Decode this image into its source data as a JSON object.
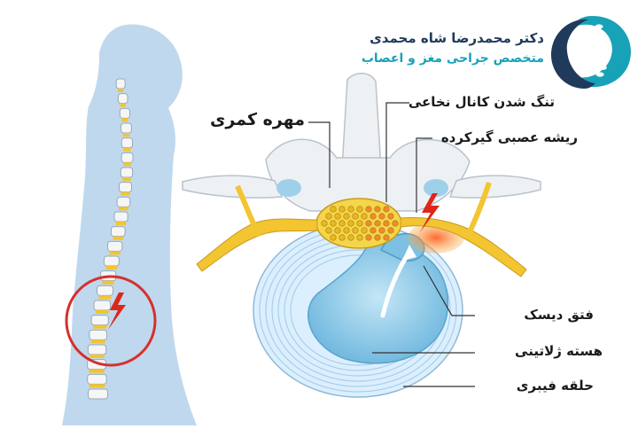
{
  "brand": {
    "name": "دکتر محمدرضا شاه محمدی",
    "subtitle": "متخصص جراحی مغز و اعصاب",
    "name_color": "#1f3a5a",
    "subtitle_color": "#17a2b8",
    "logo_icon": "spine-logo-icon"
  },
  "labels": {
    "lumbar_vertebra": "مهره کمری",
    "spinal_canal_narrowing": "تنگ شدن کانال نخاعی",
    "pinched_nerve_root": "ریشه عصبی گیرکرده",
    "disc_herniation": "فتق دیسک",
    "nucleus_pulposus": "هسته ژلاتینی",
    "annulus_fibrosus": "حلقه فیبری"
  },
  "colors": {
    "silhouette": "#bfd8ee",
    "bone": "#eef1f4",
    "nerve": "#f2c531",
    "disc_ring": "#c9e6f5",
    "nucleus": "#86c6e6",
    "inflammation": "#e8502a",
    "pain_bolt": "#e0251b",
    "highlight_circle": "#d6302c"
  }
}
